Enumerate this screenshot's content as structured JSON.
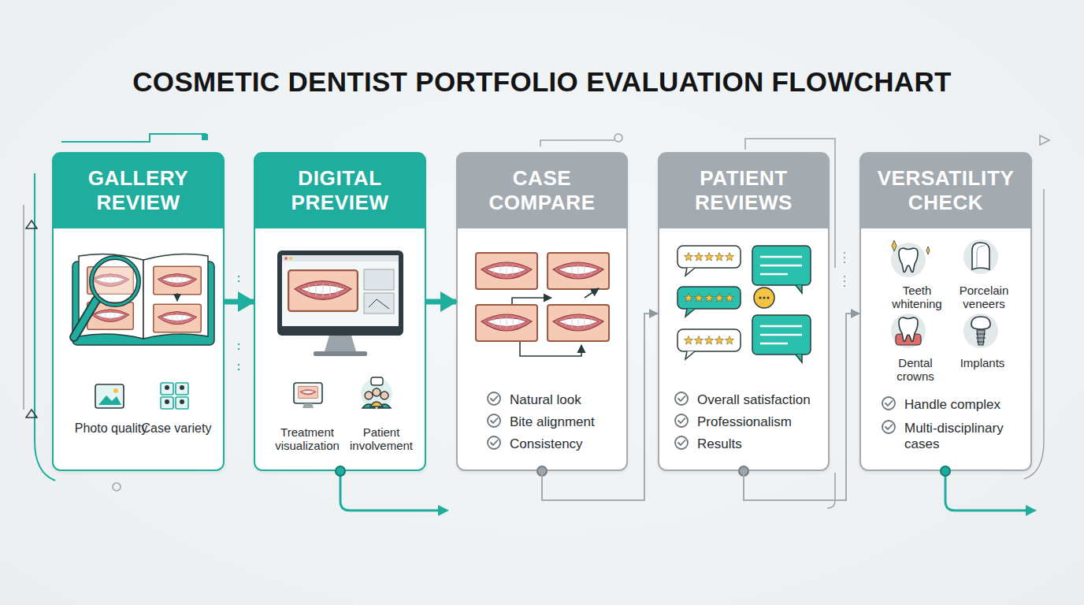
{
  "diagram": {
    "title": "COSMETIC DENTIST PORTFOLIO EVALUATION FLOWCHART",
    "nodes": [
      {
        "text": [
          "GALLERY REVIEW",
          "Photo quality",
          "Case variety"
        ]
      },
      {
        "text": [
          "DIGITAL PREVIEW",
          "Treatment visualization",
          "Patient involvement"
        ]
      },
      {
        "text": [
          "CASE COMPARE",
          "Natural look",
          "Bite alignment",
          "Consistency"
        ]
      },
      {
        "text": [
          "PATIENT REVIEWS",
          "Overall satisfaction",
          "Professionalism",
          "Results"
        ]
      },
      {
        "text": [
          "VERSATILITY CHECK",
          "Teeth whitening",
          "Porcelain veneers",
          "Dental crowns",
          "Implants",
          "Handle complex",
          "Multi-disciplinary cases"
        ]
      }
    ],
    "edges": [
      {
        "from": 0,
        "to": 1,
        "arrow": "to"
      },
      {
        "from": 1,
        "to": 2,
        "arrow": "to"
      },
      {
        "from": 2,
        "to": 3,
        "arrow": "to"
      },
      {
        "from": 3,
        "to": 4,
        "arrow": "to"
      }
    ]
  }
}
